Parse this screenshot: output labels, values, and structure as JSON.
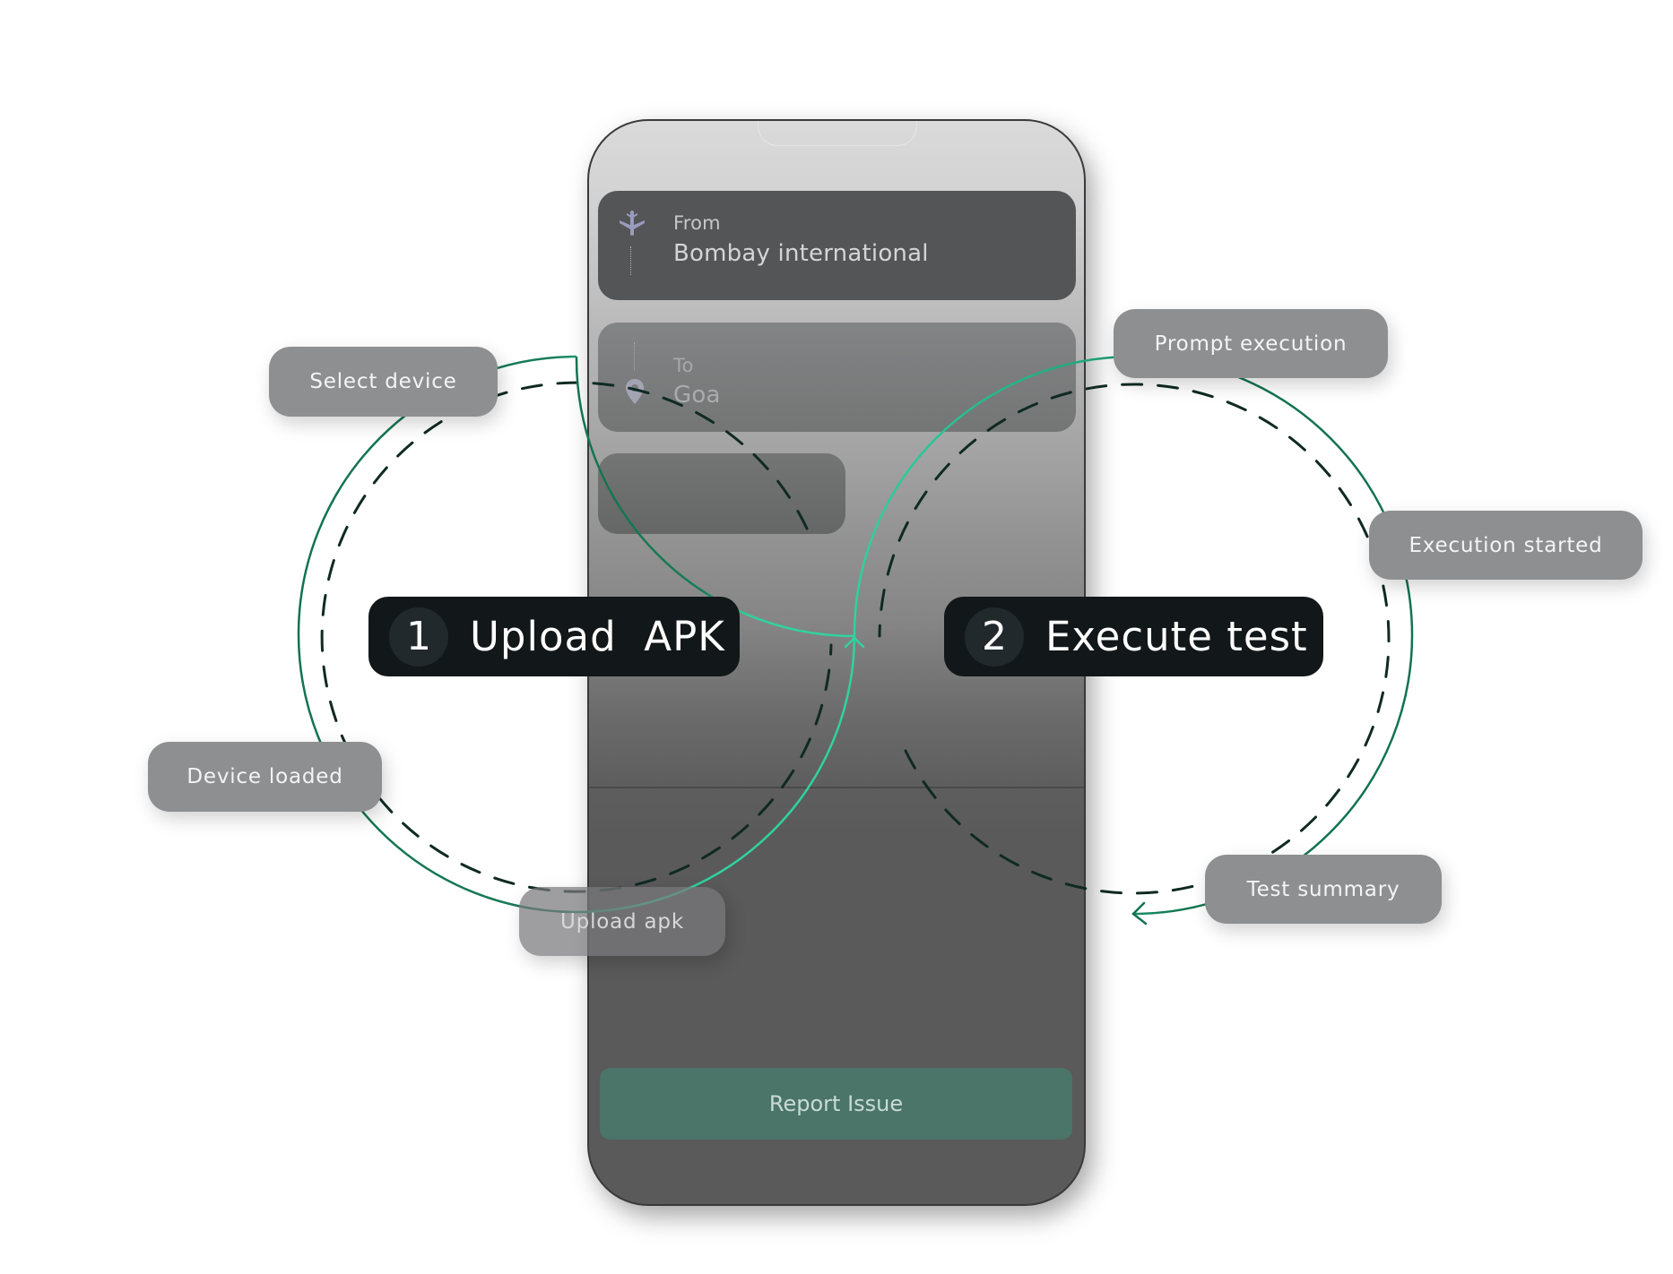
{
  "phone": {
    "from_card": {
      "label": "From",
      "value": "Bombay international",
      "icon": "airplane-icon"
    },
    "to_card": {
      "label": "To",
      "value": "Goa",
      "icon": "location-pin-icon"
    },
    "report_button": {
      "label": "Report Issue"
    }
  },
  "steps": [
    {
      "number": "1",
      "label": "Upload  APK"
    },
    {
      "number": "2",
      "label": "Execute test"
    }
  ],
  "labels": {
    "select_device": "Select device",
    "device_loaded": "Device loaded",
    "upload_apk": "Upload apk",
    "prompt_execution": "Prompt execution",
    "execution_started": "Execution started",
    "test_summary": "Test summary"
  },
  "colors": {
    "loop_green_dark": "#12734f",
    "loop_green_bright": "#2fd39e",
    "dashed": "#0f2a22",
    "step_bg": "#121719",
    "pill_bg": "#8e8f91",
    "report_button": "#4a7568"
  }
}
